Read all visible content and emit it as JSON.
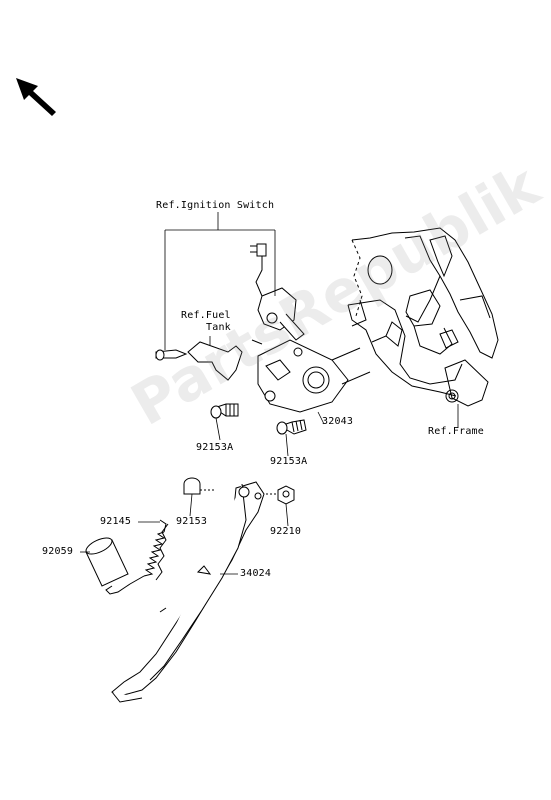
{
  "watermark": "PartsRepublik",
  "colors": {
    "line": "#000000",
    "frame_fill": "#ffffff",
    "watermark": "#969696"
  },
  "labels": {
    "ref_ignition_switch": "Ref.Ignition Switch",
    "ref_fuel_tank_line1": "Ref.Fuel",
    "ref_fuel_tank_line2": "Tank",
    "ref_frame": "Ref.Frame",
    "part_32043": "32043",
    "part_92153a_left": "92153A",
    "part_92153a_right": "92153A",
    "part_92153": "92153",
    "part_92210": "92210",
    "part_92145": "92145",
    "part_92059": "92059",
    "part_34024": "34024"
  }
}
